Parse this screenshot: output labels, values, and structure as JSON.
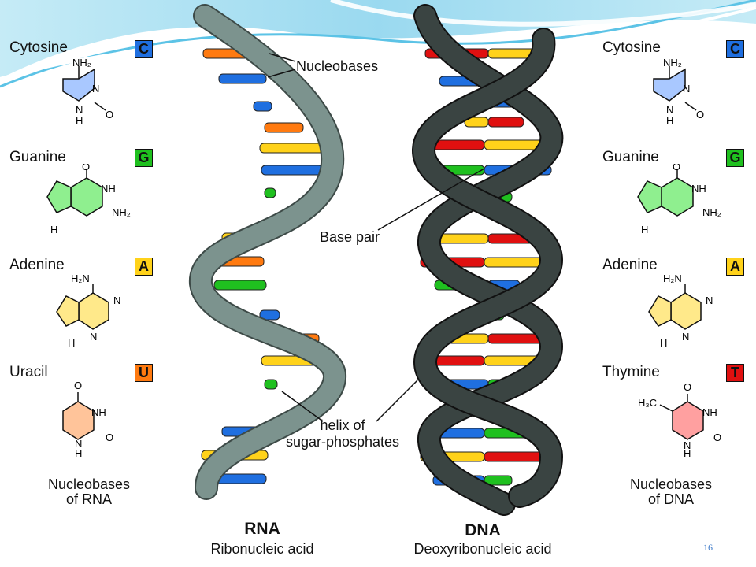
{
  "left_column": {
    "items": [
      {
        "name": "Cytosine",
        "letter": "C",
        "color": "#1f6fe0",
        "mol_fill": "#a9c8ff"
      },
      {
        "name": "Guanine",
        "letter": "G",
        "color": "#1fc01f",
        "mol_fill": "#8fef8f"
      },
      {
        "name": "Adenine",
        "letter": "A",
        "color": "#ffd21a",
        "mol_fill": "#ffe98a"
      },
      {
        "name": "Uracil",
        "letter": "U",
        "color": "#ff7a10",
        "mol_fill": "#ffc49a"
      }
    ],
    "caption_line1": "Nucleobases",
    "caption_line2": "of RNA"
  },
  "right_column": {
    "items": [
      {
        "name": "Cytosine",
        "letter": "C",
        "color": "#1f6fe0",
        "mol_fill": "#a9c8ff"
      },
      {
        "name": "Guanine",
        "letter": "G",
        "color": "#1fc01f",
        "mol_fill": "#8fef8f"
      },
      {
        "name": "Adenine",
        "letter": "A",
        "color": "#ffd21a",
        "mol_fill": "#ffe98a"
      },
      {
        "name": "Thymine",
        "letter": "T",
        "color": "#e01010",
        "mol_fill": "#ffa0a0"
      }
    ],
    "caption_line1": "Nucleobases",
    "caption_line2": "of DNA"
  },
  "molecules": {
    "nh2": "NH₂",
    "h2n": "H₂N",
    "nh": "NH",
    "n": "N",
    "h": "H",
    "o": "O",
    "h3c": "H₃C"
  },
  "annotations": {
    "nucleobases": "Nucleobases",
    "base_pair": "Base pair",
    "helix_line1": "helix of",
    "helix_line2": "sugar-phosphates"
  },
  "rna": {
    "title": "RNA",
    "subtitle": "Ribonucleic acid",
    "backbone_color": "#7c938e"
  },
  "dna": {
    "title": "DNA",
    "subtitle": "Deoxyribonucleic acid",
    "backbone_color": "#3a4442"
  },
  "page_number": "16"
}
